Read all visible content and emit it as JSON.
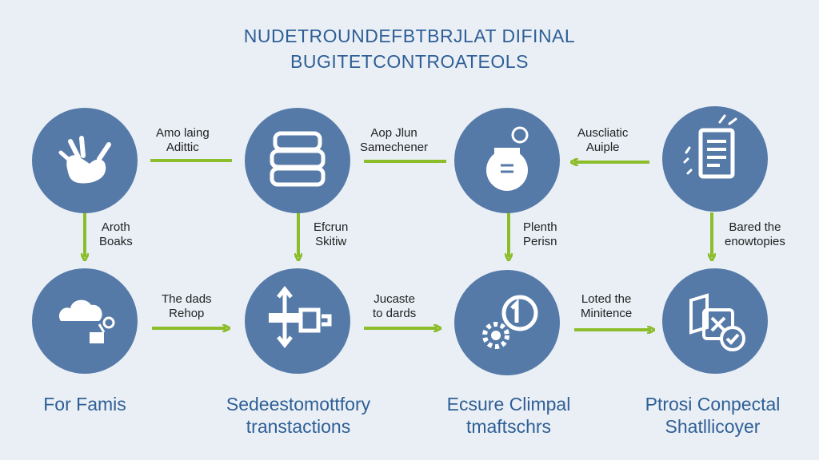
{
  "title": {
    "line1": "NUDETROUNDEFBTBRJLAT DIFINAL",
    "line2": "BUGITETCONTROATEOLS"
  },
  "colors": {
    "node": "#567aa8",
    "arrow": "#8cbd2a",
    "title": "#2f5f96",
    "background": "#e9eff5"
  },
  "top_row": [
    {
      "icon": "hands-icon"
    },
    {
      "icon": "stacked-layers-icon"
    },
    {
      "icon": "jar-icon"
    },
    {
      "icon": "document-icon"
    }
  ],
  "bottom_row": [
    {
      "icon": "cloud-link-icon"
    },
    {
      "icon": "arrows-connector-icon"
    },
    {
      "icon": "gear-cycle-icon"
    },
    {
      "icon": "checklist-icon"
    }
  ],
  "horizontal_labels": {
    "top_1": [
      "Amo laing",
      "Adittic"
    ],
    "top_2": [
      "Aop Jlun",
      "Samechener"
    ],
    "top_3": [
      "Auscliatic",
      "Auiple"
    ],
    "bottom_1": [
      "The dads",
      "Rehop"
    ],
    "bottom_2": [
      "Jucaste",
      "to dards"
    ],
    "bottom_3": [
      "Loted the",
      "Minitence"
    ]
  },
  "vertical_labels": {
    "col_1": [
      "Aroth",
      "Boaks"
    ],
    "col_2": [
      "Efcrun",
      "Skitiw"
    ],
    "col_3": [
      "Plenth",
      "Perisn"
    ],
    "col_4": [
      "Bared the",
      "enowtopies"
    ]
  },
  "bottom_captions": {
    "col_1": [
      "For Famis"
    ],
    "col_2": [
      "Sedeestomottfory",
      "transtactions"
    ],
    "col_3": [
      "Ecsure Climpal",
      "tmaftschrs"
    ],
    "col_4": [
      "Ptrosi Conpectal",
      "Shatllicoyer"
    ]
  }
}
